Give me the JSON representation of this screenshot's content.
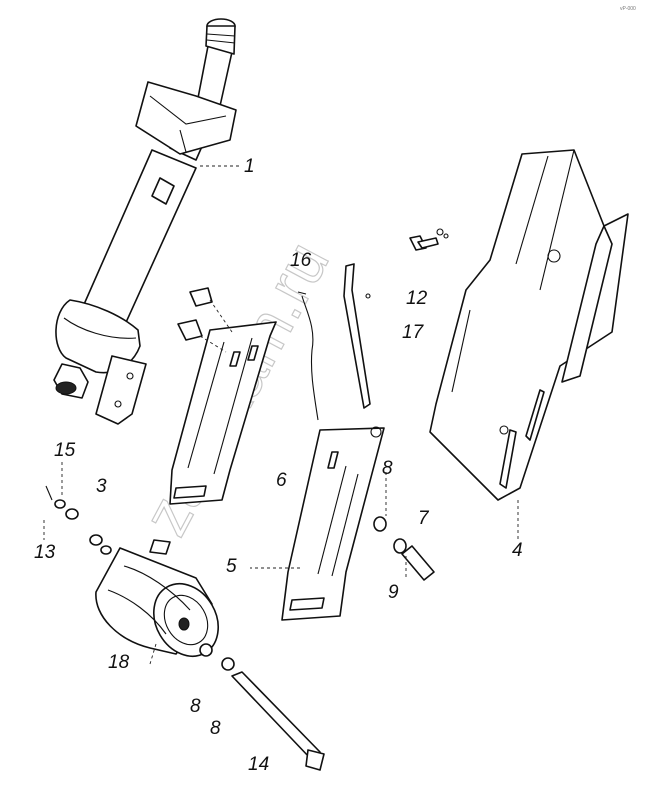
{
  "watermark": "zap-kam.ru",
  "corner_mark": "vP-000",
  "callouts": {
    "c1": "1",
    "c16": "16",
    "c12": "12",
    "c17": "17",
    "c15": "15",
    "c3": "3",
    "c13": "13",
    "c5": "5",
    "c6": "6",
    "c8a": "8",
    "c7": "7",
    "c9": "9",
    "c4": "4",
    "c18": "18",
    "c8b": "8",
    "c8c": "8",
    "c14": "14"
  }
}
